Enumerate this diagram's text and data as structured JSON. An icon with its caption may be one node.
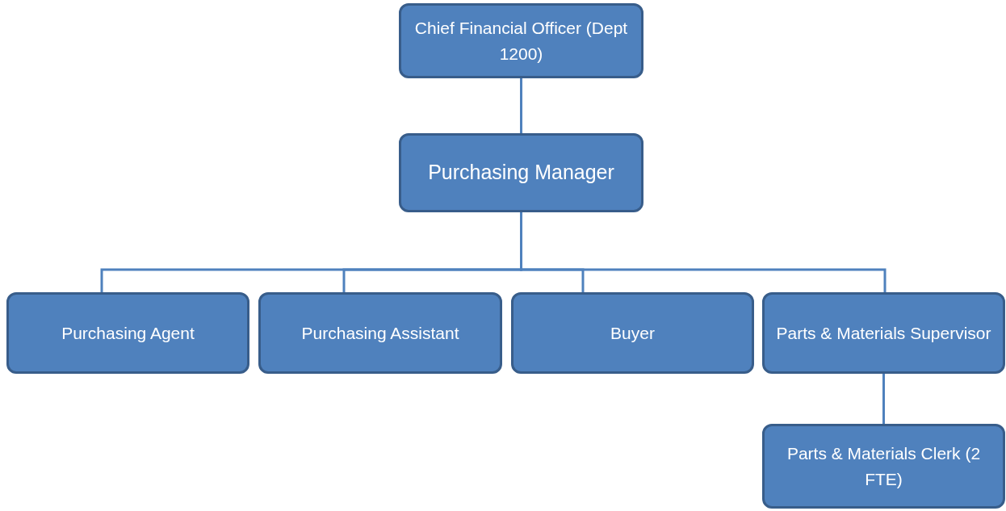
{
  "diagram": {
    "nodes": [
      {
        "text": [
          "Chief Financial Officer (Dept 1200)"
        ]
      },
      {
        "text": [
          "Purchasing Manager"
        ]
      },
      {
        "text": [
          "Purchasing Agent"
        ]
      },
      {
        "text": [
          "Purchasing Assistant"
        ]
      },
      {
        "text": [
          "Buyer"
        ]
      },
      {
        "text": [
          "Parts & Materials Supervisor"
        ]
      },
      {
        "text": [
          "Parts & Materials Clerk (2 FTE)"
        ]
      }
    ],
    "edges": [
      {
        "from": 0,
        "to": 1,
        "arrow": "none"
      },
      {
        "from": 1,
        "to": 2,
        "arrow": "none"
      },
      {
        "from": 1,
        "to": 3,
        "arrow": "none"
      },
      {
        "from": 1,
        "to": 4,
        "arrow": "none"
      },
      {
        "from": 1,
        "to": 5,
        "arrow": "none"
      },
      {
        "from": 5,
        "to": 6,
        "arrow": "none"
      }
    ]
  }
}
